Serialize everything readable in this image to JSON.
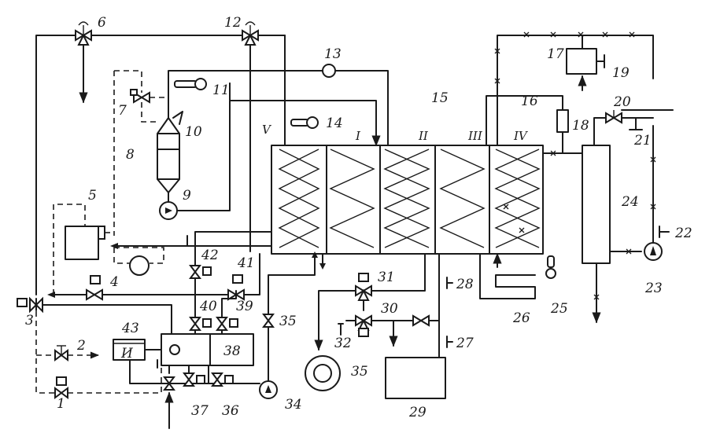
{
  "labels": {
    "n1": "1",
    "n2": "2",
    "n3": "3",
    "n4": "4",
    "n5": "5",
    "n6": "6",
    "n7": "7",
    "n8": "8",
    "n9": "9",
    "n10": "10",
    "n11": "11",
    "n12": "12",
    "n13": "13",
    "n14": "14",
    "n15": "15",
    "n16": "16",
    "n17": "17",
    "n18": "18",
    "n19": "19",
    "n20": "20",
    "n21": "21",
    "n22": "22",
    "n23": "23",
    "n24": "24",
    "n25": "25",
    "n26": "26",
    "n27": "27",
    "n28": "28",
    "n29": "29",
    "n30": "30",
    "n31": "31",
    "n32": "32",
    "n34": "34",
    "n35a": "35",
    "n35b": "35",
    "n36": "36",
    "n37": "37",
    "n38": "38",
    "n39": "39",
    "n40": "40",
    "n41": "41",
    "n42": "42",
    "n43": "43"
  },
  "sections": {
    "s1": "I",
    "s2": "II",
    "s3": "III",
    "s4": "IV",
    "s5": "V"
  },
  "device_letter": "И"
}
